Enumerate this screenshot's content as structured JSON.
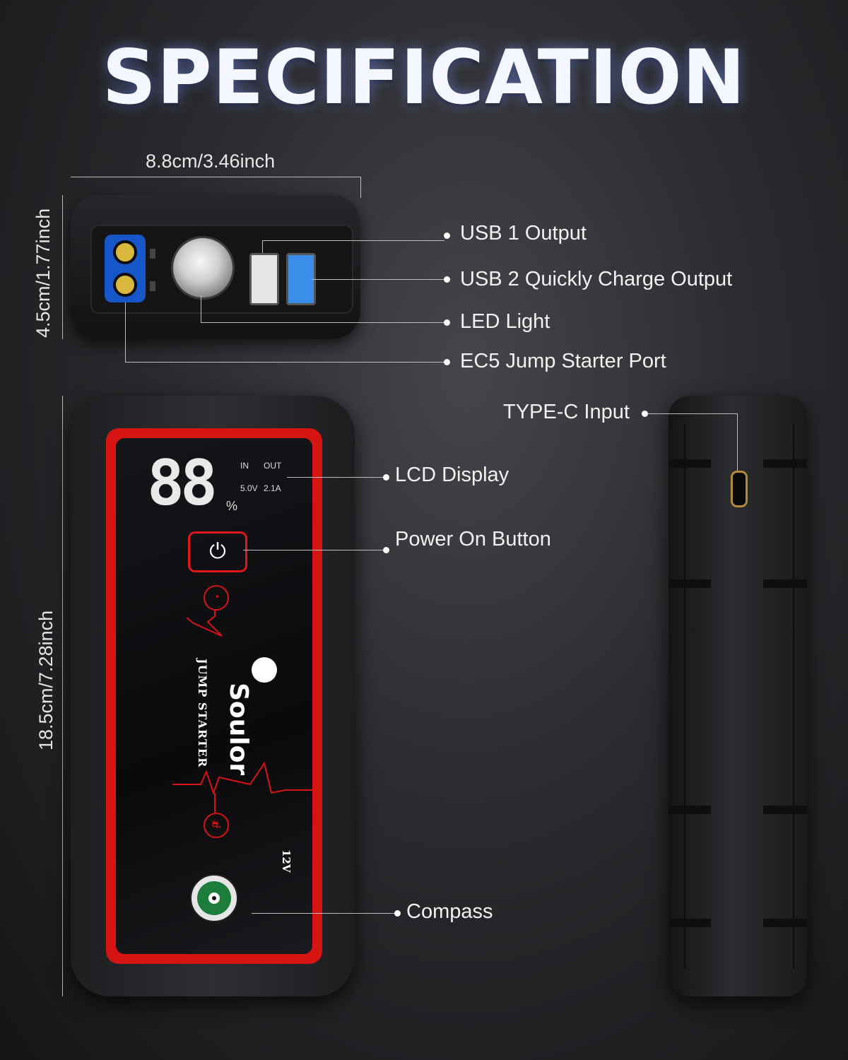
{
  "title": "SPECIFICATION",
  "dimensions": {
    "width": "8.8cm/3.46inch",
    "height": "4.5cm/1.77inch",
    "length": "18.5cm/7.28inch"
  },
  "callouts": {
    "usb1": "USB 1 Output",
    "usb2": "USB 2 Quickly Charge Output",
    "led": "LED Light",
    "ec5": "EC5 Jump Starter Port",
    "typec": "TYPE-C Input",
    "lcd": "LCD Display",
    "power": "Power On Button",
    "compass": "Compass"
  },
  "device": {
    "lcd_value": "88",
    "lcd_percent": "%",
    "in_label": "IN",
    "out_label": "OUT",
    "voltage": "5.0V",
    "current": "2.1A",
    "brand": "Soulor",
    "product": "JUMP STARTER",
    "rating": "12V"
  },
  "colors": {
    "accent_red": "#d71414",
    "usb_quick_blue": "#3b8ee8",
    "ec5_blue": "#1656c8"
  }
}
